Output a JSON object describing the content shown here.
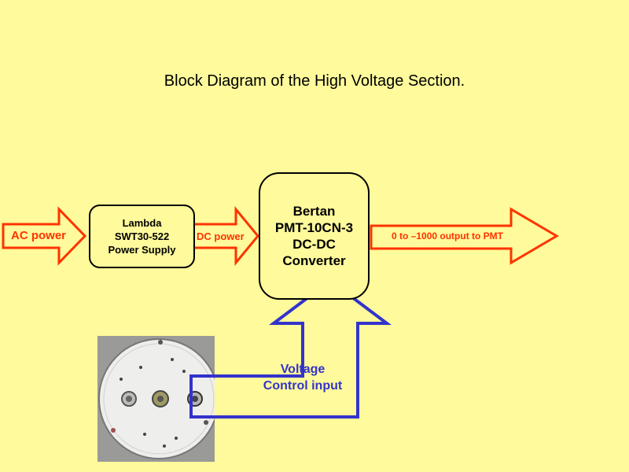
{
  "title": "Block Diagram of the High Voltage Section.",
  "blocks": {
    "lambda": {
      "line1": "Lambda",
      "line2": "SWT30-522",
      "line3": "Power Supply"
    },
    "bertan": {
      "line1": "Bertan",
      "line2": "PMT-10CN-3",
      "line3": "DC-DC",
      "line4": "Converter"
    }
  },
  "arrows": {
    "ac_power": "AC power",
    "dc_power": "DC power",
    "output": "0 to –1000 output to PMT",
    "control_line1": "Voltage",
    "control_line2": "Control input"
  },
  "colors": {
    "background": "#fffa9b",
    "power_arrow": "#ff3300",
    "control_arrow": "#3333cc"
  }
}
